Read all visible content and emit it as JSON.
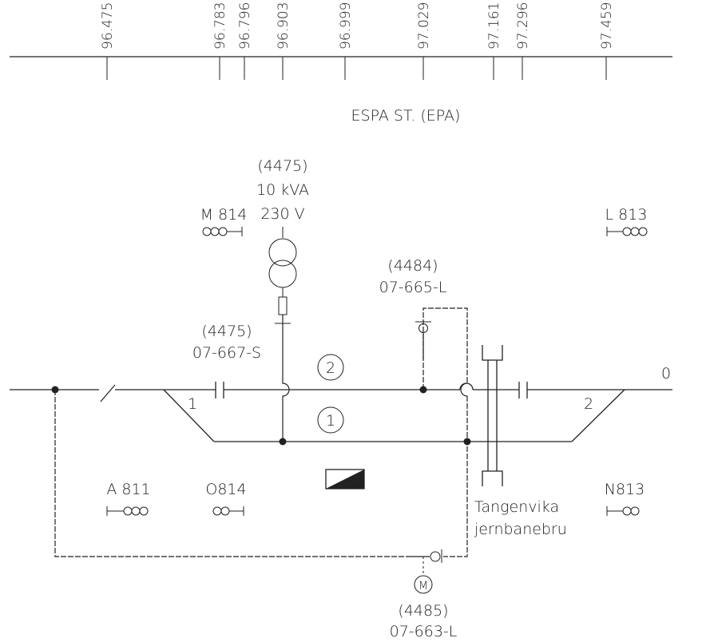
{
  "km_marks": [
    "96.475",
    "96.783",
    "96.796",
    "96.903",
    "96.999",
    "97.029",
    "97.161",
    "97.296",
    "97.459"
  ],
  "station": {
    "title": "ESPA ST. (EPA)"
  },
  "transformer": {
    "id": "(4475)",
    "power": "10 kVA",
    "voltage": "230 V"
  },
  "signals": {
    "m814": "M 814",
    "l813": "L 813",
    "a811": "A 811",
    "o814": "O814",
    "n813": "N813"
  },
  "switches": {
    "s4484": {
      "id": "(4484)",
      "code": "07-665-L"
    },
    "s4475": {
      "id": "(4475)",
      "code": "07-667-S"
    },
    "s4485": {
      "id": "(4485)",
      "code": "07-663-L"
    }
  },
  "tracks": {
    "track2": "2",
    "track1": "1",
    "left_switch": "1",
    "right_switch": "2",
    "line_end": "0"
  },
  "bridge": {
    "line1": "Tangenvika",
    "line2": "jernbanebru"
  },
  "motor": {
    "symbol": "M"
  },
  "colors": {
    "ink": "#222222",
    "background": "#ffffff"
  }
}
